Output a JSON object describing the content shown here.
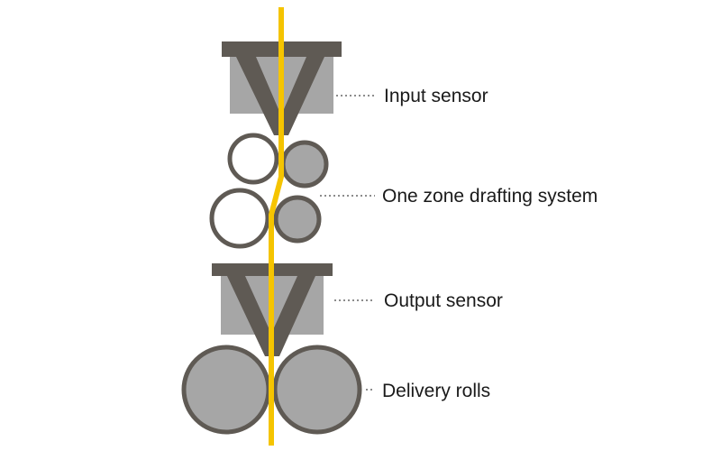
{
  "labels": {
    "input_sensor": "Input sensor",
    "drafting_system": "One zone drafting system",
    "output_sensor": "Output sensor",
    "delivery_rolls": "Delivery rolls"
  },
  "colors": {
    "sensor_body": "#a6a6a6",
    "sensor_frame": "#5f5a54",
    "roll_outline": "#5f5a54",
    "roll_fill": "#a6a6a6",
    "roll_open": "#ffffff",
    "fiber": "#f5c400",
    "leader_line": "#8c8c8c",
    "label_text": "#1a1a1a"
  },
  "icons": {
    "sensor": "v-guide-sensor-icon",
    "roll": "roller-icon",
    "fiber": "yellow-sliver-line"
  }
}
